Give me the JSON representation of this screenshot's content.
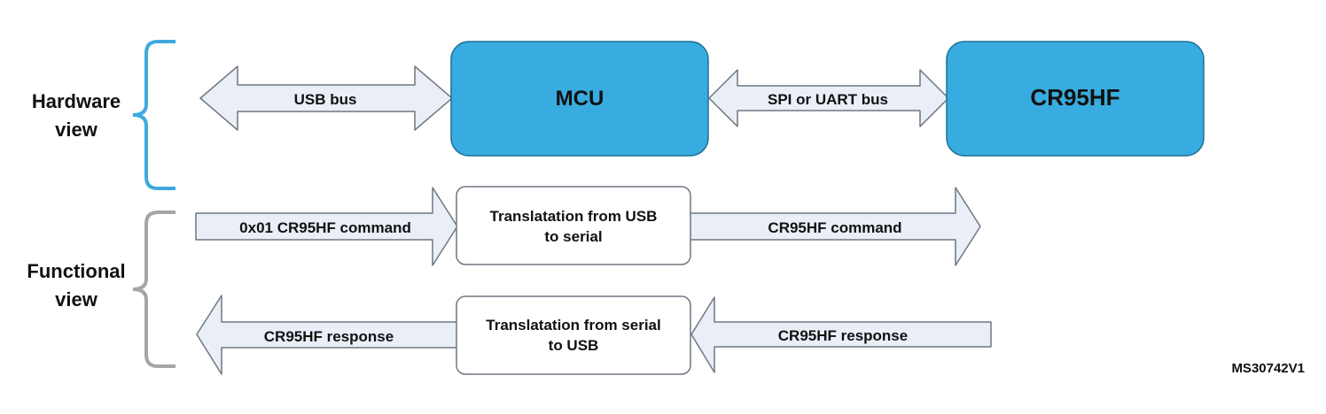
{
  "colors": {
    "block_fill": "#38ace0",
    "block_stroke": "#1d6e95",
    "arrow_fill": "#e9eef7",
    "arrow_stroke": "#6f7780",
    "hardware_brace": "#3fa9dd",
    "functional_brace": "#a5a5a5",
    "text": "#111111"
  },
  "hardware_view": {
    "label_line1": "Hardware",
    "label_line2": "view",
    "usb_bus": "USB bus",
    "mcu": "MCU",
    "spi_uart_bus": "SPI or UART bus",
    "cr95hf": "CR95HF"
  },
  "functional_view": {
    "label_line1": "Functional",
    "label_line2": "view",
    "cmd_in": "0x01 CR95HF command",
    "translate_usb_to_serial_line1": "Translatation from USB",
    "translate_usb_to_serial_line2": "to serial",
    "cmd_out": "CR95HF command",
    "resp_out": "CR95HF response",
    "translate_serial_to_usb_line1": "Translatation from serial",
    "translate_serial_to_usb_line2": "to USB",
    "resp_in": "CR95HF response"
  },
  "figure_id": "MS30742V1"
}
